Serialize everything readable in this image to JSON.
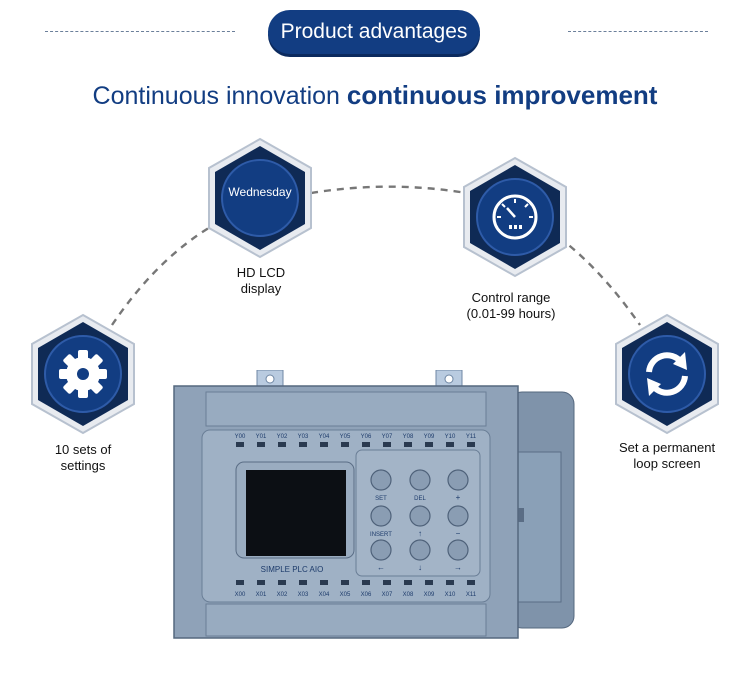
{
  "header": {
    "title": "Product advantages"
  },
  "headline": {
    "light": "Continuous innovation",
    "bold": "continuous improvement"
  },
  "features": {
    "lcd": {
      "badge_text": "Wednesday",
      "label_line1": "HD LCD",
      "label_line2": "display",
      "icon": "lcd-display-icon"
    },
    "control": {
      "label_line1": "Control range",
      "label_line2": "(0.01-99 hours)",
      "icon": "gauge-icon"
    },
    "settings": {
      "label_line1": "10 sets of",
      "label_line2": "settings",
      "icon": "gear-icon"
    },
    "loop": {
      "label_line1": "Set a permanent",
      "label_line2": "loop screen",
      "icon": "refresh-loop-icon"
    }
  },
  "device": {
    "brand_label": "SIMPLE PLC AIO",
    "outputs": [
      "Y00",
      "Y01",
      "Y02",
      "Y03",
      "Y04",
      "Y05",
      "Y06",
      "Y07",
      "Y08",
      "Y09",
      "Y10",
      "Y11"
    ],
    "inputs": [
      "X00",
      "X01",
      "X02",
      "X03",
      "X04",
      "X05",
      "X06",
      "X07",
      "X08",
      "X09",
      "X10",
      "X11"
    ],
    "keys": {
      "set": "SET",
      "del": "DEL",
      "plus": "+",
      "insert": "INSERT",
      "up": "↑",
      "minus": "−",
      "left": "←",
      "down": "↓",
      "right": "→"
    }
  },
  "colors": {
    "navy": "#123d82",
    "hex_dark": "#0f2a55",
    "hex_border": "#b7c1cf",
    "device_grey": "#8fa2b8"
  }
}
